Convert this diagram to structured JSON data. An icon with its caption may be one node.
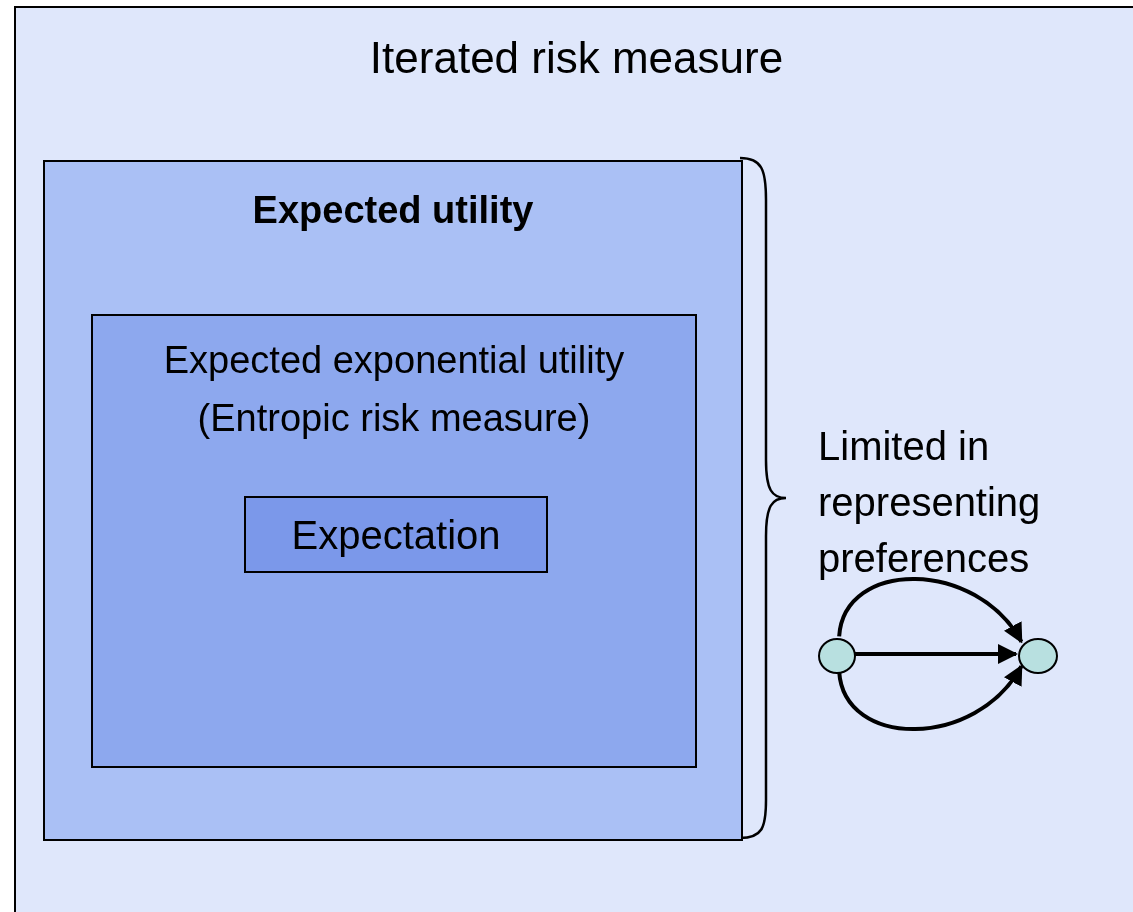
{
  "diagram": {
    "nodes": [
      {
        "text": [
          "Iterated risk measure"
        ]
      },
      {
        "text": [
          "Expected utility"
        ],
        "in": 0
      },
      {
        "text": [
          "Expected exponential utility",
          "(Entropic risk measure)"
        ],
        "in": 1
      },
      {
        "text": [
          "Expectation"
        ],
        "in": 2
      },
      {
        "text": [],
        "shape": "circle",
        "in": 0
      },
      {
        "text": [],
        "shape": "circle",
        "in": 0
      }
    ],
    "edges": [
      {
        "from": 4,
        "to": 5,
        "arrow": "to"
      },
      {
        "from": 4,
        "to": 5,
        "arrow": "to"
      },
      {
        "from": 4,
        "to": 5,
        "arrow": "to"
      }
    ],
    "labels": [
      "Limited in representing preferences"
    ]
  }
}
